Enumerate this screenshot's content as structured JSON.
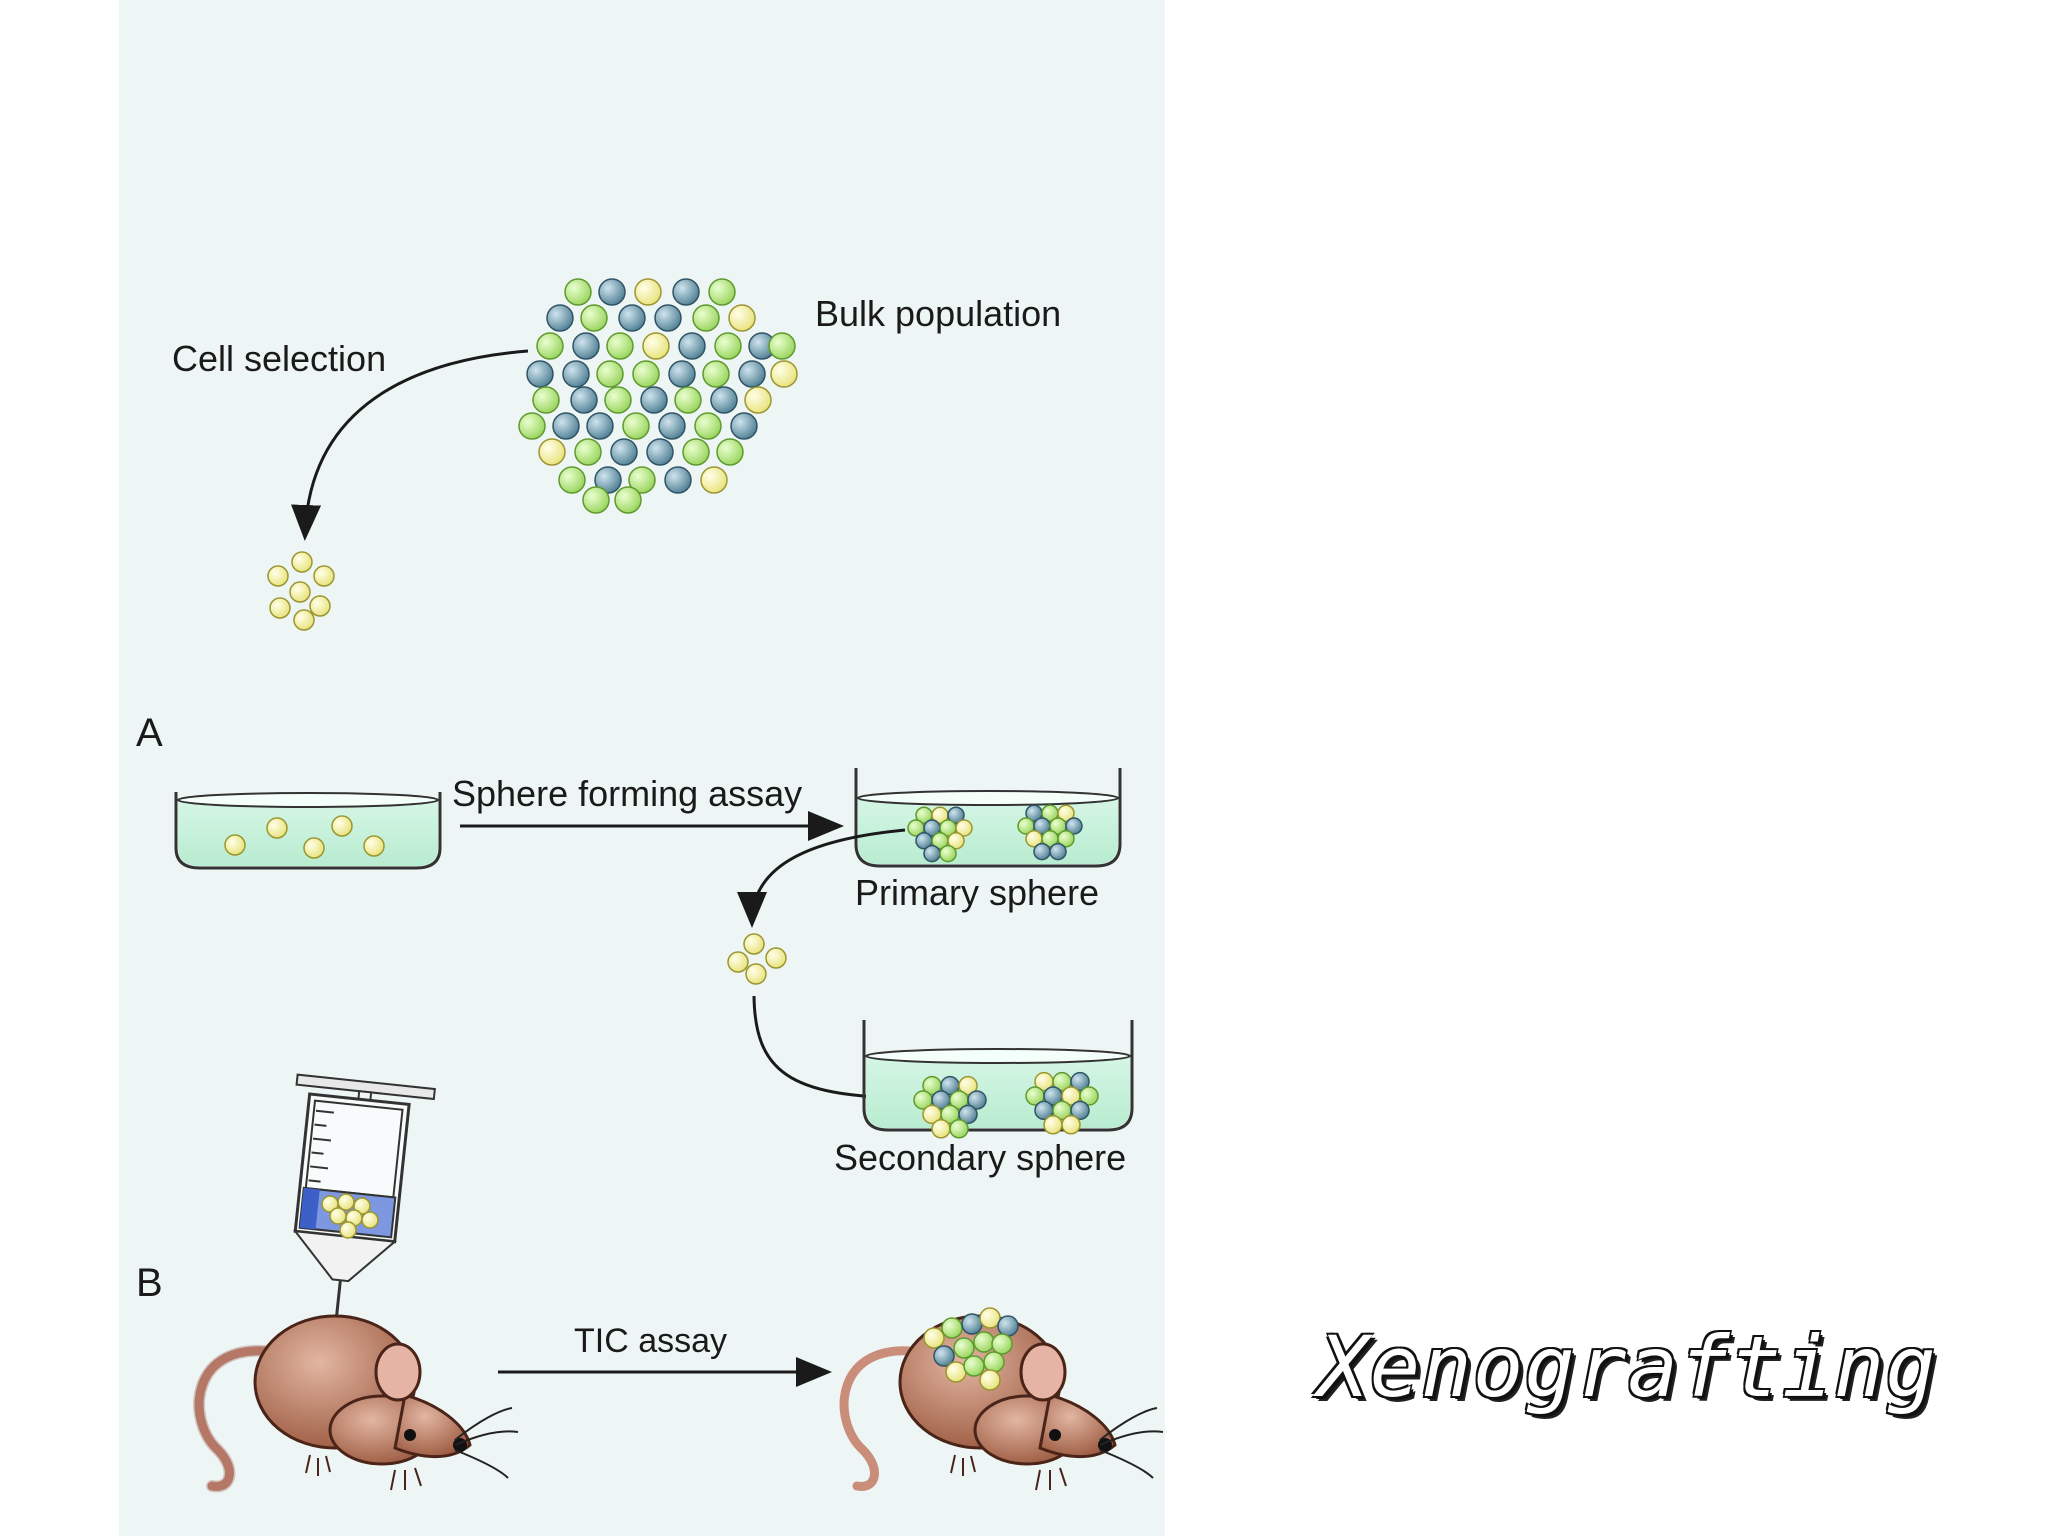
{
  "slide": {
    "title": "Xenografting"
  },
  "diagram": {
    "labels": {
      "bulk_population": "Bulk population",
      "cell_selection": "Cell selection",
      "panel_a": "A",
      "panel_b": "B",
      "sphere_forming_assay": "Sphere forming assay",
      "primary_sphere": "Primary sphere",
      "secondary_sphere": "Secondary sphere",
      "tic_assay": "TIC assay"
    },
    "colors": {
      "background": "#eef5f5",
      "cell_yellow": "#f2ee9a",
      "cell_green": "#b6e27a",
      "cell_blue": "#6f99a8",
      "medium": "#c8f0dc",
      "mouse": "#b5735a",
      "syringe_liquid": "#4a6fd6"
    }
  }
}
